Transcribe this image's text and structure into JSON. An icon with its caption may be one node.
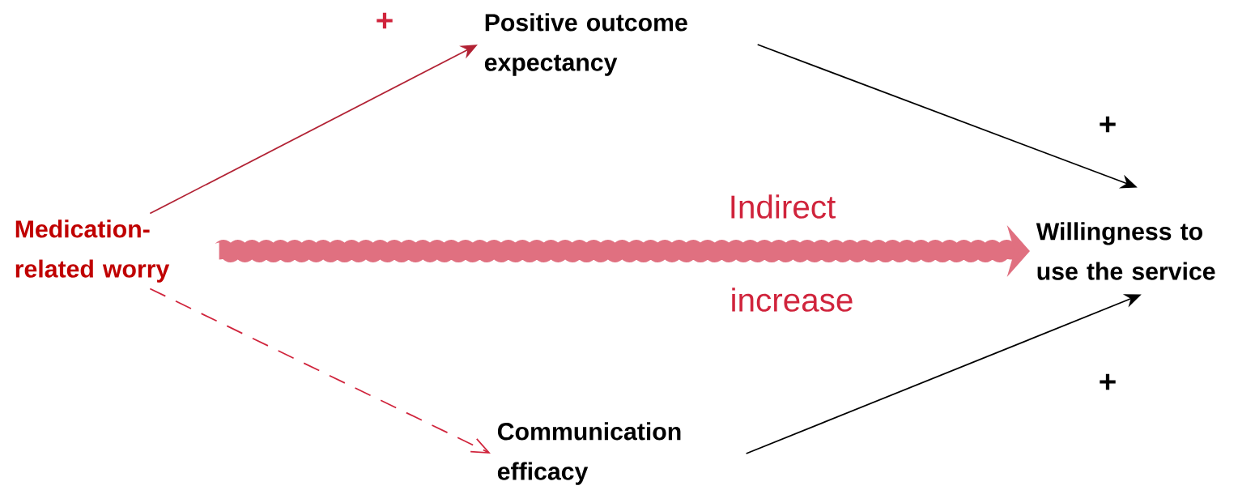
{
  "diagram": {
    "nodes": [
      {
        "text": [
          "Medication-related worry"
        ]
      },
      {
        "text": [
          "Positive outcome expectancy"
        ]
      },
      {
        "text": [
          "Communication efficacy"
        ]
      },
      {
        "text": [
          "Willingness to use the service"
        ]
      }
    ],
    "edges": [
      {
        "from": 0,
        "to": 1,
        "arrow": "to",
        "color": "#b22234"
      },
      {
        "from": 0,
        "to": 2,
        "arrow": "to",
        "style": "dashed",
        "color": "#d0243c"
      },
      {
        "from": 1,
        "to": 3,
        "arrow": "to"
      },
      {
        "from": 2,
        "to": 3,
        "arrow": "to"
      },
      {
        "from": 0,
        "to": 3,
        "arrow": "to",
        "style": "thick",
        "color": "#e07080"
      }
    ],
    "labels": [
      "+",
      "+",
      "Indirect",
      "increase",
      "+"
    ]
  }
}
